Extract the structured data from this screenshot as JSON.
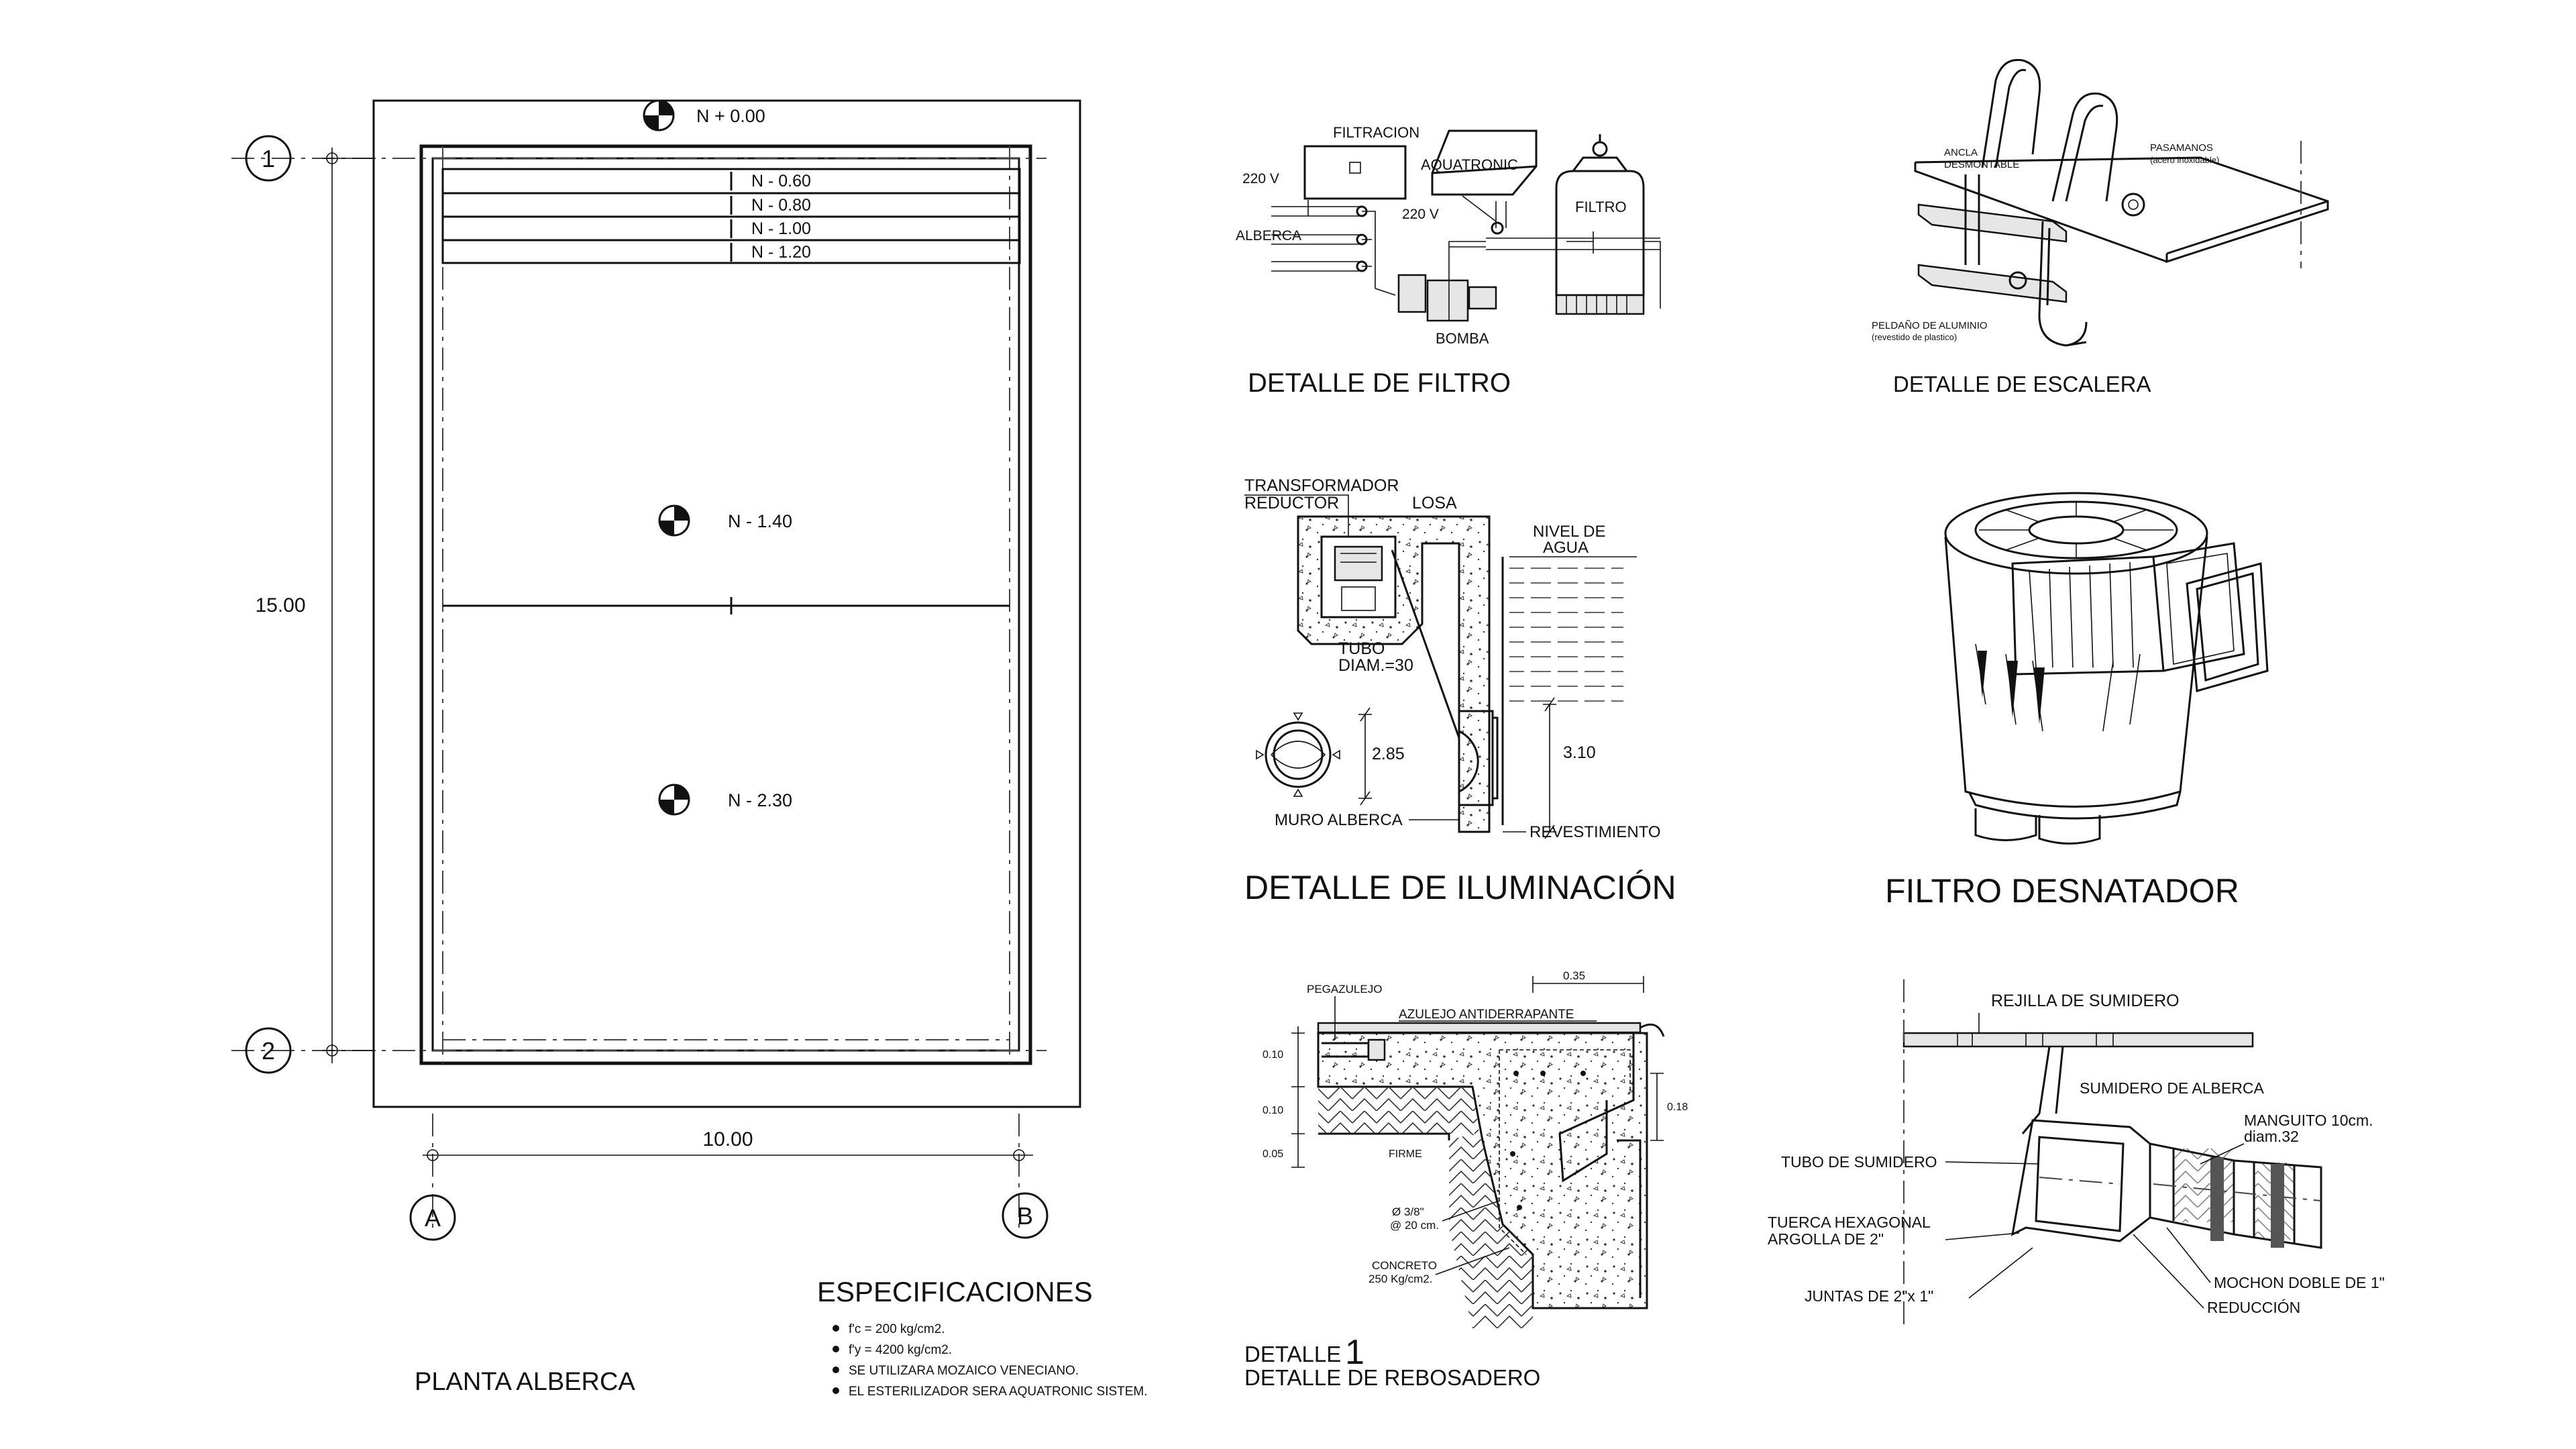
{
  "plan": {
    "title": "PLANTA ALBERCA",
    "grid": {
      "row_1": "1",
      "row_2": "2",
      "col_a": "A",
      "col_b": "B"
    },
    "dim_length": "15.00",
    "dim_width": "10.00",
    "levels": {
      "top": "N + 0.00",
      "step1": "N - 0.60",
      "step2": "N - 0.80",
      "step3": "N - 1.00",
      "step4": "N - 1.20",
      "shallow": "N - 1.40",
      "deep": "N - 2.30"
    }
  },
  "specs": {
    "title": "ESPECIFICACIONES",
    "items": [
      "f'c = 200 kg/cm2.",
      "f'y = 4200 kg/cm2.",
      "SE UTILIZARA MOZAICO VENECIANO.",
      "EL ESTERILIZADOR SERA AQUATRONIC SISTEM."
    ]
  },
  "filtro": {
    "title": "DETALLE DE FILTRO",
    "labels": {
      "filtracion": "FILTRACION",
      "aquatronic": "AQUATRONIC",
      "v220_a": "220 V",
      "v220_b": "220 V",
      "alberca": "ALBERCA",
      "bomba": "BOMBA",
      "filtro": "FILTRO"
    }
  },
  "escalera": {
    "title": "DETALLE DE ESCALERA",
    "labels": {
      "ancla_1": "ANCLA",
      "ancla_2": "DESMONTABLE",
      "pasamanos_1": "PASAMANOS",
      "pasamanos_2": "(acero inoxidable)",
      "peldano_1": "PELDAÑO DE ALUMINIO",
      "peldano_2": "(revestido de plastico)"
    }
  },
  "iluminacion": {
    "title": "DETALLE DE ILUMINACIÓN",
    "labels": {
      "transformador": "TRANSFORMADOR",
      "reductor": "REDUCTOR",
      "losa": "LOSA",
      "nivel": "NIVEL DE",
      "agua": "AGUA",
      "tubo": "TUBO",
      "diam": "DIAM.=30",
      "dim_285": "2.85",
      "dim_310": "3.10",
      "muro": "MURO ALBERCA",
      "revestimiento": "REVESTIMIENTO"
    }
  },
  "desnatador": {
    "title": "FILTRO DESNATADOR"
  },
  "rebosadero": {
    "title_1": "DETALLE",
    "number": "1",
    "title_2": "DETALLE DE REBOSADERO",
    "labels": {
      "pegazulejo": "PEGAZULEJO",
      "azulejo": "AZULEJO ANTIDERRAPANTE",
      "dim_035": "0.35",
      "dim_010a": "0.10",
      "dim_010b": "0.10",
      "dim_005": "0.05",
      "dim_018": "0.18",
      "firme": "FIRME",
      "varilla_1": "Ø 3/8\"",
      "varilla_2": "@ 20 cm.",
      "concreto_1": "CONCRETO",
      "concreto_2": "250 Kg/cm2."
    }
  },
  "sumidero": {
    "labels": {
      "rejilla": "REJILLA DE SUMIDERO",
      "sumidero": "SUMIDERO DE ALBERCA",
      "manguito_1": "MANGUITO 10cm.",
      "manguito_2": "diam.32",
      "tubo": "TUBO DE SUMIDERO",
      "tuerca_1": "TUERCA HEXAGONAL",
      "tuerca_2": "ARGOLLA DE 2\"",
      "juntas": "JUNTAS DE 2\"x 1\"",
      "mochon": "MOCHON DOBLE DE 1\"",
      "reduccion": "REDUCCIÓN"
    }
  }
}
